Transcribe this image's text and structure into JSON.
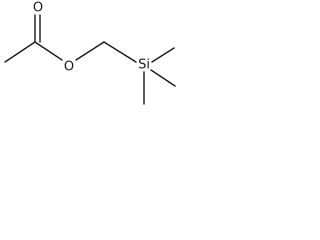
{
  "molecule": {
    "atoms": {
      "carbonyl_oxygen": "O",
      "ester_oxygen": "O",
      "silicon": "Si"
    }
  }
}
